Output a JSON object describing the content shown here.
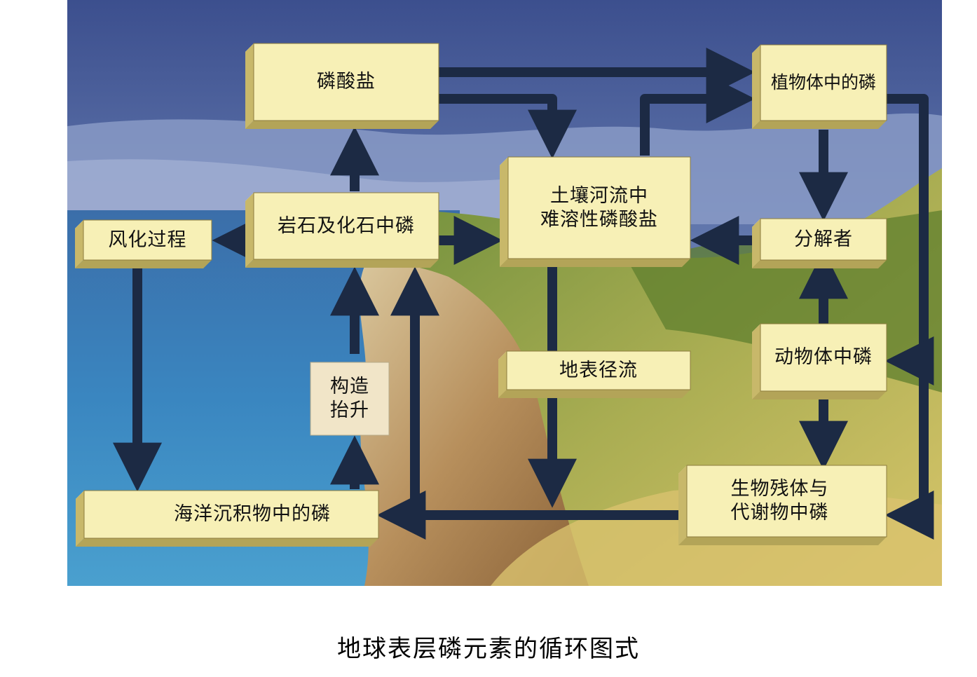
{
  "diagram": {
    "nodes": {
      "phosphate": "磷酸盐",
      "plant_p": "植物体中的磷",
      "rock_fossil_p": "岩石及化石中磷",
      "weathering": "风化过程",
      "soil_river": "土壤河流中\n难溶性磷酸盐",
      "decomposer": "分解者",
      "animal_p": "动物体中磷",
      "surface_runoff": "地表径流",
      "uplift": "构造\n抬升",
      "ocean_sediment": "海洋沉积物中的磷",
      "remains": "生物残体与\n代谢物中磷"
    },
    "colors": {
      "box_face": "#f7f0b6",
      "box_side": "#c8b86a",
      "arrow": "#1c2a44",
      "uplift_box": "#f1e5c8"
    }
  },
  "caption": "地球表层磷元素的循环图式"
}
